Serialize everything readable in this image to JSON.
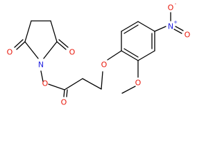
{
  "atoms": {
    "n_imide": {
      "label": "N",
      "color": "#2020e0"
    },
    "o_imide_top": {
      "label": "O",
      "color": "#e8180c"
    },
    "o_imide_bottom": {
      "label": "O",
      "color": "#e8180c"
    },
    "o_nhs_ester": {
      "label": "O",
      "color": "#e8180c"
    },
    "o_carbonyl": {
      "label": "O",
      "color": "#e8180c"
    },
    "o_ether": {
      "label": "O",
      "color": "#e8180c"
    },
    "o_methoxy": {
      "label": "O",
      "color": "#e8180c"
    },
    "n_nitro": {
      "label": "N",
      "color": "#2020e0",
      "charge": "+"
    },
    "o_nitro_top": {
      "label": "O",
      "color": "#e8180c",
      "charge": "-"
    },
    "o_nitro_right": {
      "label": "O",
      "color": "#e8180c"
    }
  }
}
